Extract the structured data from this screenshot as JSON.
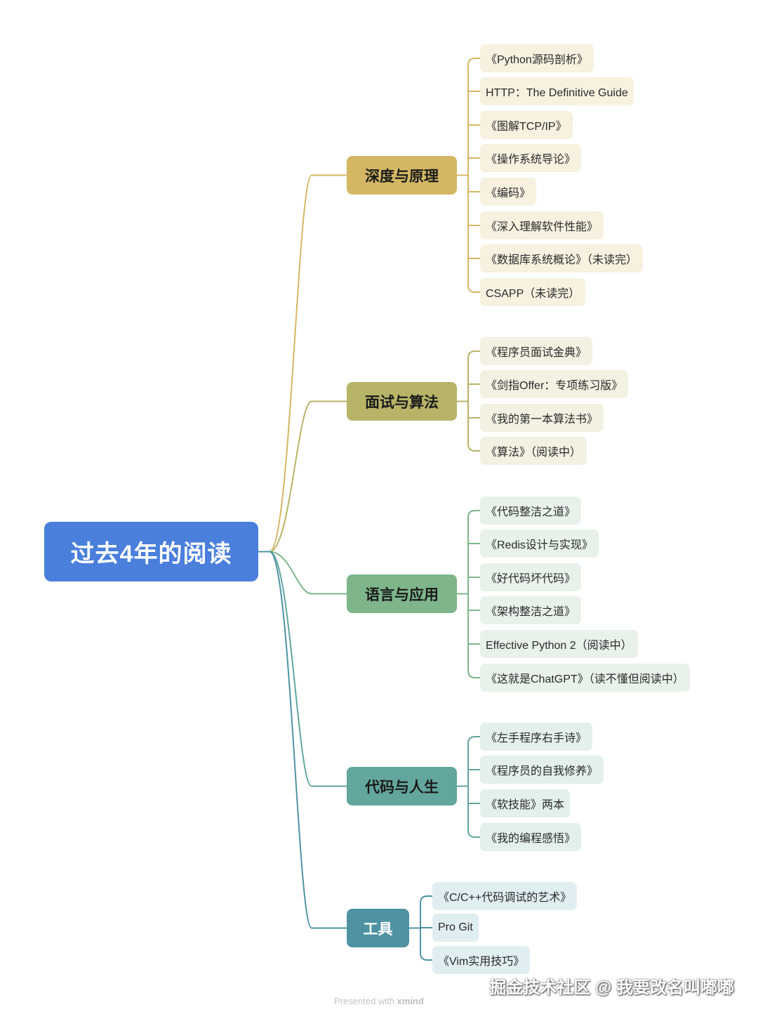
{
  "root": "过去4年的阅读",
  "branches": [
    {
      "label": "深度与原理",
      "leaves": [
        "《Python源码剖析》",
        "HTTP：The Definitive Guide",
        "《图解TCP/IP》",
        "《操作系统导论》",
        "《编码》",
        "《深入理解软件性能》",
        "《数据库系统概论》（未读完）",
        "CSAPP（未读完）"
      ]
    },
    {
      "label": "面试与算法",
      "leaves": [
        "《程序员面试金典》",
        "《剑指Offer：专项练习版》",
        "《我的第一本算法书》",
        "《算法》（阅读中）"
      ]
    },
    {
      "label": "语言与应用",
      "leaves": [
        "《代码整洁之道》",
        "《Redis设计与实现》",
        "《好代码坏代码》",
        "《架构整洁之道》",
        "Effective Python 2（阅读中）",
        "《这就是ChatGPT》（读不懂但阅读中）"
      ]
    },
    {
      "label": "代码与人生",
      "leaves": [
        "《左手程序右手诗》",
        "《程序员的自我修养》",
        "《软技能》两本",
        "《我的编程感悟》"
      ]
    },
    {
      "label": "工具",
      "leaves": [
        "《C/C++代码调试的艺术》",
        "Pro Git",
        "《Vim实用技巧》"
      ]
    }
  ],
  "colors": {
    "root": "#4a7fdb",
    "branches": [
      "#d4b764",
      "#b7b468",
      "#7eb58b",
      "#62a69d",
      "#4f93a3"
    ]
  },
  "watermark": "掘金技术社区 @ 我要改名叫嘟嘟",
  "footer": {
    "prefix": "Presented with",
    "brand": "xmind"
  }
}
